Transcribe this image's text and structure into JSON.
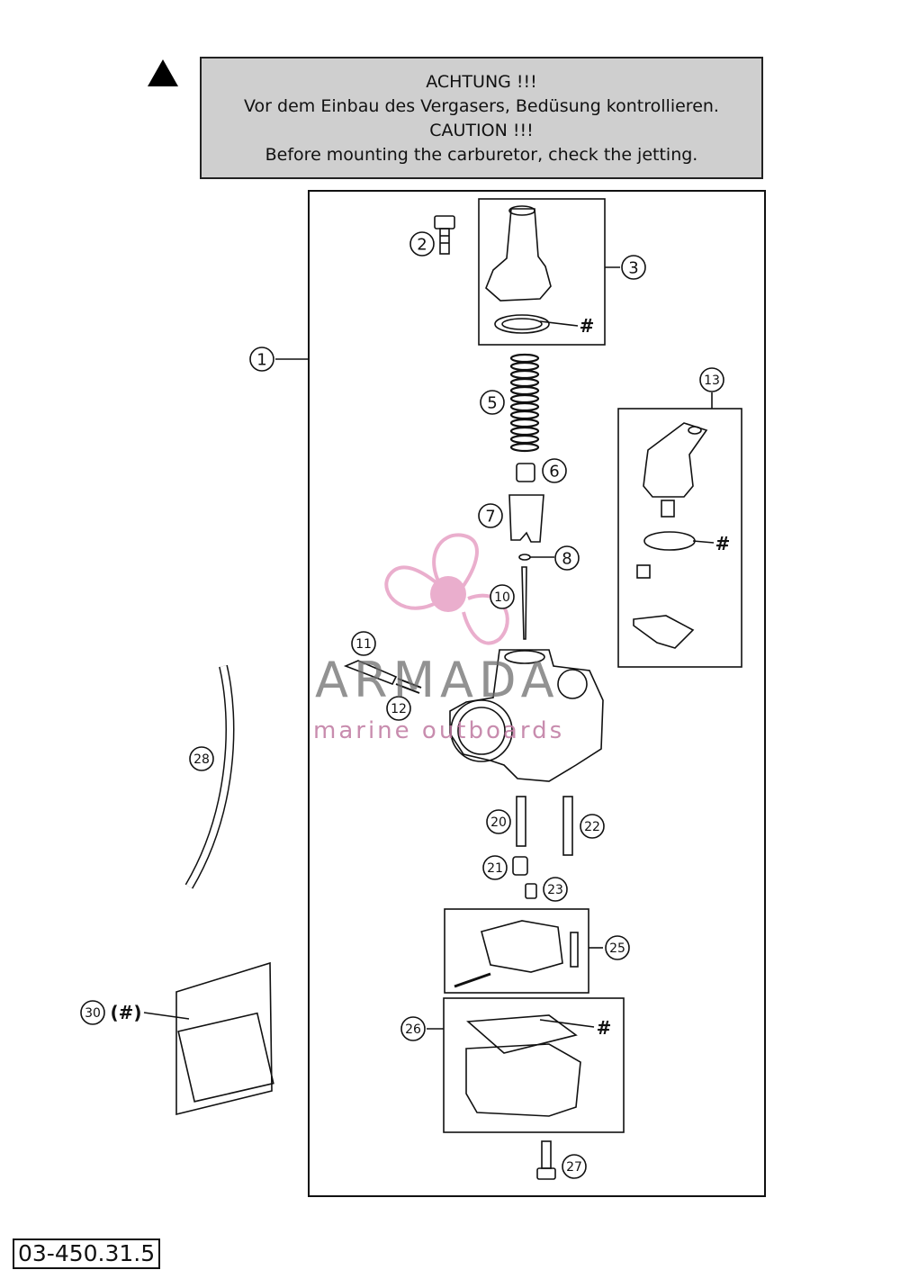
{
  "warning": {
    "line1": "ACHTUNG !!!",
    "line2": "Vor dem Einbau des Vergasers, Bedüsung kontrollieren.",
    "line3": "CAUTION !!!",
    "line4": "Before mounting the carburetor, check the jetting."
  },
  "callouts": {
    "c1": "1",
    "c2": "2",
    "c3": "3",
    "c5": "5",
    "c6": "6",
    "c7": "7",
    "c8": "8",
    "c10": "10",
    "c11": "11",
    "c12": "12",
    "c13": "13",
    "c20": "20",
    "c21": "21",
    "c22": "22",
    "c23": "23",
    "c25": "25",
    "c26": "26",
    "c27": "27",
    "c28": "28",
    "c30": "30"
  },
  "hash_marks": {
    "h3": "#",
    "h13": "#",
    "h26": "#",
    "h30": "(#)"
  },
  "watermark": {
    "name": "ARMADA",
    "subtitle": "marine outboards",
    "logo_color": "#e8a6c8"
  },
  "document_id": "03-450.31.5"
}
